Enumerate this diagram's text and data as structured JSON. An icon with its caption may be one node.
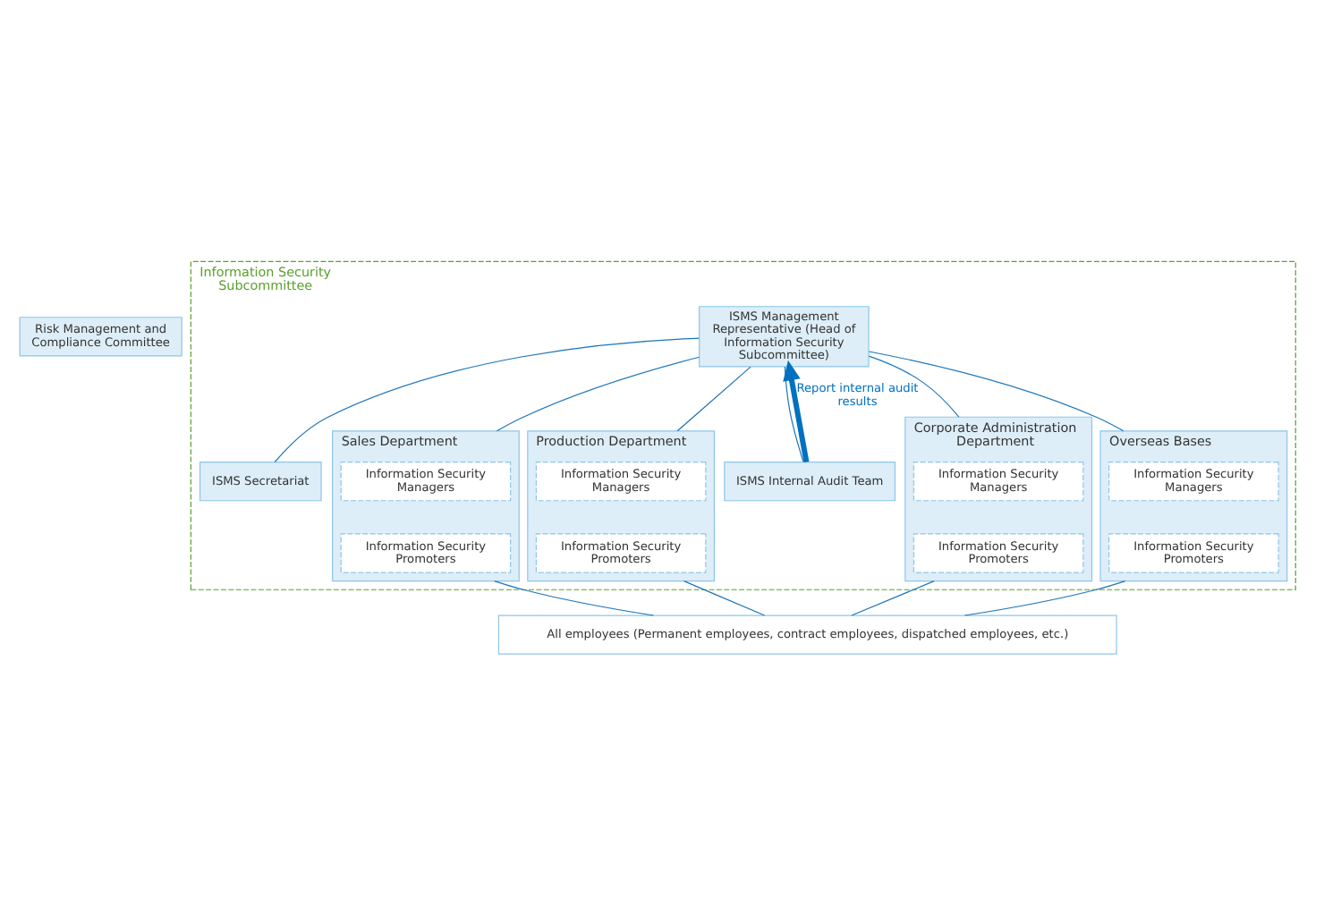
{
  "diagram": {
    "nodes": [
      {
        "text": [
          "Risk Management and Compliance Committee"
        ]
      },
      {
        "text": [
          "Information Security Subcommittee"
        ]
      },
      {
        "text": [
          "ISMS Management Representative (Head of Information Security Subcommittee)"
        ],
        "in": 1
      },
      {
        "text": [
          "ISMS Secretariat"
        ],
        "in": 1
      },
      {
        "text": [
          "ISMS Internal Audit Team"
        ],
        "in": 1
      },
      {
        "text": [
          "Sales Department"
        ],
        "in": 1
      },
      {
        "text": [
          "Information Security Managers"
        ],
        "in": 5
      },
      {
        "text": [
          "Information Security Promoters"
        ],
        "in": 5
      },
      {
        "text": [
          "Production Department"
        ],
        "in": 1
      },
      {
        "text": [
          "Information Security Managers"
        ],
        "in": 8
      },
      {
        "text": [
          "Information Security Promoters"
        ],
        "in": 8
      },
      {
        "text": [
          "Corporate Administration Department"
        ],
        "in": 1
      },
      {
        "text": [
          "Information Security Managers"
        ],
        "in": 11
      },
      {
        "text": [
          "Information Security Promoters"
        ],
        "in": 11
      },
      {
        "text": [
          "Overseas Bases"
        ],
        "in": 1
      },
      {
        "text": [
          "Information Security Managers"
        ],
        "in": 14
      },
      {
        "text": [
          "Information Security Promoters"
        ],
        "in": 14
      },
      {
        "text": [
          "All employees (Permanent employees, contract employees, dispatched employees, etc.)"
        ]
      }
    ],
    "edges": [
      {
        "from": 4,
        "to": 2,
        "arrow": "to",
        "label": "Report internal audit results",
        "style": "thick",
        "color": "#0070c0"
      },
      {
        "from": 2,
        "to": 3,
        "arrow": "none"
      },
      {
        "from": 2,
        "to": 4,
        "arrow": "none"
      },
      {
        "from": 2,
        "to": 5,
        "arrow": "none"
      },
      {
        "from": 2,
        "to": 8,
        "arrow": "none"
      },
      {
        "from": 2,
        "to": 11,
        "arrow": "none"
      },
      {
        "from": 2,
        "to": 14,
        "arrow": "none"
      },
      {
        "from": 5,
        "to": 17,
        "arrow": "none"
      },
      {
        "from": 8,
        "to": 17,
        "arrow": "none"
      },
      {
        "from": 11,
        "to": 17,
        "arrow": "none"
      },
      {
        "from": 14,
        "to": 17,
        "arrow": "none"
      }
    ]
  }
}
